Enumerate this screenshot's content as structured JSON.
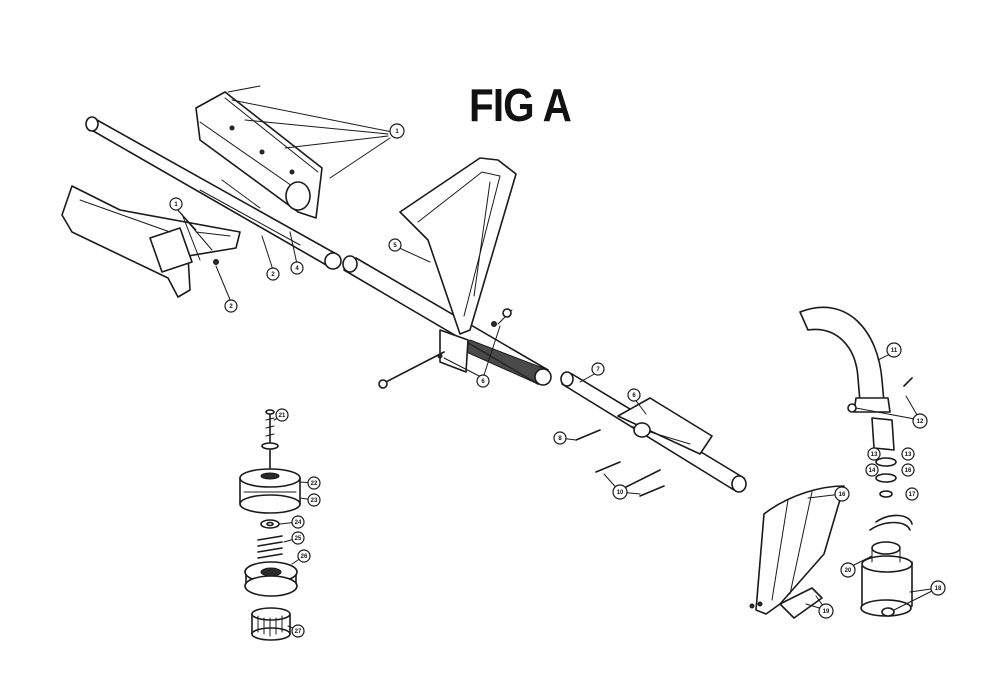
{
  "figure": {
    "title": "FIG A"
  },
  "callouts": [
    {
      "id": "c1a",
      "label": "1"
    },
    {
      "id": "c1b",
      "label": "1"
    },
    {
      "id": "c2a",
      "label": "2"
    },
    {
      "id": "c2b",
      "label": "2"
    },
    {
      "id": "c4",
      "label": "4"
    },
    {
      "id": "c5",
      "label": "5"
    },
    {
      "id": "c6a",
      "label": "6"
    },
    {
      "id": "c6b",
      "label": "6"
    },
    {
      "id": "c7",
      "label": "7"
    },
    {
      "id": "c8",
      "label": "8"
    },
    {
      "id": "c9",
      "label": "9"
    },
    {
      "id": "c10",
      "label": "10"
    },
    {
      "id": "c11",
      "label": "11"
    },
    {
      "id": "c12",
      "label": "12"
    },
    {
      "id": "c13a",
      "label": "13"
    },
    {
      "id": "c13b",
      "label": "13"
    },
    {
      "id": "c14",
      "label": "14"
    },
    {
      "id": "c16",
      "label": "16"
    },
    {
      "id": "c17",
      "label": "17"
    },
    {
      "id": "c18",
      "label": "18"
    },
    {
      "id": "c19",
      "label": "19"
    },
    {
      "id": "c20",
      "label": "20"
    },
    {
      "id": "c21",
      "label": "21"
    },
    {
      "id": "c22",
      "label": "22"
    },
    {
      "id": "c23",
      "label": "23"
    },
    {
      "id": "c24",
      "label": "24"
    },
    {
      "id": "c25",
      "label": "25"
    },
    {
      "id": "c26",
      "label": "26"
    },
    {
      "id": "c27",
      "label": "27"
    },
    {
      "id": "c16b",
      "label": "16"
    }
  ]
}
